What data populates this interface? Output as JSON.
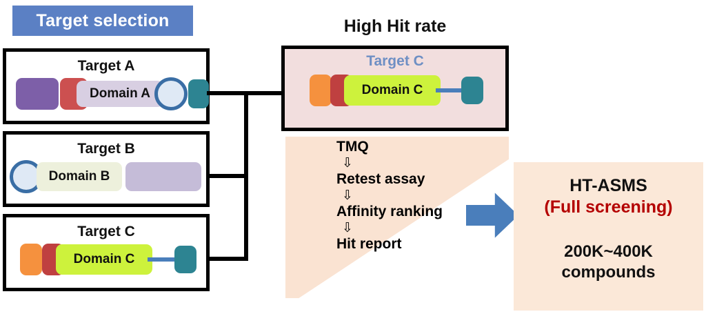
{
  "header": {
    "banner_label": "Target selection",
    "banner_color": "#5b80c4"
  },
  "targets": [
    {
      "label": "Target A",
      "domain_label": "Domain A",
      "parts": [
        "purple-block",
        "red-block",
        "domain-bar",
        "ring",
        "teal-block"
      ]
    },
    {
      "label": "Target B",
      "domain_label": "Domain B",
      "parts": [
        "ring",
        "domain-bar",
        "lavender-block"
      ]
    },
    {
      "label": "Target C",
      "domain_label": "Domain C",
      "parts": [
        "orange-block",
        "darkred-block",
        "domain-bar",
        "linker",
        "teal-block"
      ]
    }
  ],
  "hit_rate": {
    "title": "High Hit rate",
    "selected_target_label": "Target C",
    "selected_domain_label": "Domain C",
    "box_fill": "#f2dede",
    "target_label_color": "#6e8fc4"
  },
  "workflow": {
    "steps": [
      "TMQ",
      "Retest assay",
      "Affinity ranking",
      "Hit report"
    ],
    "arrow_glyph": "⇩",
    "wedge_color": "#fae3d2"
  },
  "transition": {
    "arrow_name": "right-block-arrow",
    "arrow_color": "#4a7ebb"
  },
  "asms": {
    "line1": "HT-ASMS",
    "line2": "(Full screening)",
    "line3": "200K~400K",
    "line4": "compounds",
    "highlight_color": "#b40000",
    "panel_fill": "#fbe8d8"
  }
}
